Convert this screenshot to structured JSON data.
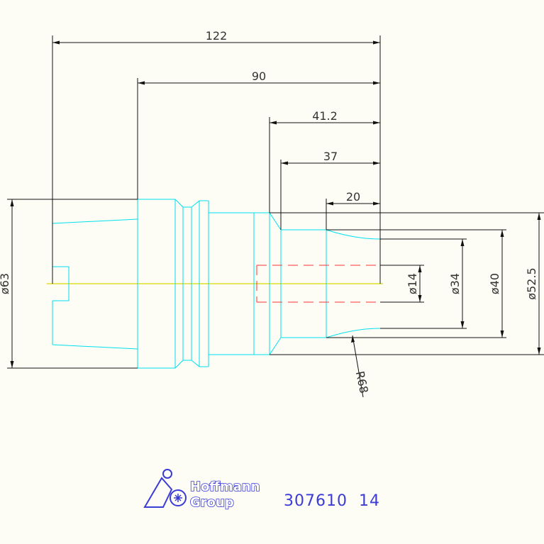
{
  "dimensions": {
    "len_122": "122",
    "len_90": "90",
    "len_41_2": "41.2",
    "len_37": "37",
    "len_20": "20",
    "dia_63": "ø63",
    "dia_14": "ø14",
    "dia_34": "ø34",
    "dia_40": "ø40",
    "dia_52_5": "ø52.5",
    "radius_68": "R68"
  },
  "logo": {
    "line1": "Hoffmann",
    "line2": "Group"
  },
  "part_number": "307610  14",
  "colors": {
    "outline": "#00e5f0",
    "dimension": "#111111",
    "hidden": "#ff3030",
    "centerline": "#e0e000",
    "brand": "#3b3bd6"
  }
}
